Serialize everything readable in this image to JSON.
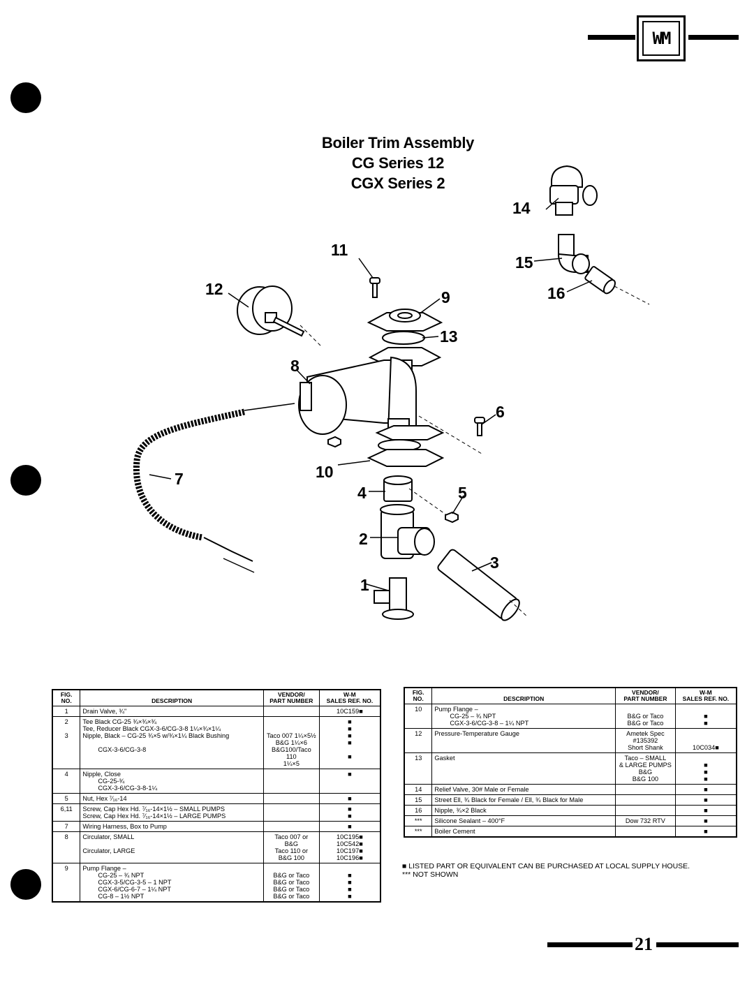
{
  "logo": {
    "text": "WM"
  },
  "title": {
    "line1": "Boiler Trim Assembly",
    "line2": "CG Series 12",
    "line3": "CGX Series 2"
  },
  "callouts": [
    "14",
    "11",
    "15",
    "12",
    "9",
    "16",
    "13",
    "8",
    "6",
    "7",
    "10",
    "4",
    "5",
    "2",
    "3",
    "1"
  ],
  "table_headers": {
    "fig": "FIG.",
    "no": "NO.",
    "desc": "DESCRIPTION",
    "vendor1": "VENDOR/",
    "vendor2": "PART NUMBER",
    "wm1": "W-M",
    "wm2": "SALES REF. NO."
  },
  "left_rows": [
    {
      "fig": "1",
      "desc": [
        "Drain Valve, ¾\""
      ],
      "vendor": [
        ""
      ],
      "wm": [
        "10C159■"
      ]
    },
    {
      "fig": "2\n\n3",
      "desc": [
        "Tee Black CG-25 ¾×¾×¾",
        "Tee, Reducer Black CGX-3-6/CG-3-8 1¼×¾×1¼",
        "Nipple, Black – CG-25 ¾×5 w/¾×1¼ Black Bushing",
        "",
        "CGX-3-6/CG-3-8"
      ],
      "vendor": [
        "",
        "",
        "Taco 007 1¼×5½",
        "B&G 1¼×6",
        "B&G100/Taco 110",
        "1¼×5"
      ],
      "wm": [
        "■",
        "■",
        "■",
        "■",
        "",
        "■"
      ]
    },
    {
      "fig": "4",
      "desc": [
        "Nipple, Close",
        "CG-25-¾",
        "CGX-3-6/CG-3-8-1¼"
      ],
      "vendor": [
        ""
      ],
      "wm": [
        "■"
      ]
    },
    {
      "fig": "5",
      "desc": [
        "Nut, Hex ⁷⁄₁₆-14"
      ],
      "vendor": [
        ""
      ],
      "wm": [
        "■"
      ]
    },
    {
      "fig": "6,11",
      "desc": [
        "Screw, Cap Hex Hd. ⁷⁄₁₆-14×1½ – SMALL PUMPS",
        "Screw, Cap Hex Hd. ⁷⁄₁₆-14×1½ – LARGE PUMPS"
      ],
      "vendor": [
        ""
      ],
      "wm": [
        "■",
        "■"
      ]
    },
    {
      "fig": "7",
      "desc": [
        "Wiring Harness, Box to Pump"
      ],
      "vendor": [
        ""
      ],
      "wm": [
        "■"
      ]
    },
    {
      "fig": "8",
      "desc": [
        "Circulator, SMALL",
        "",
        "Circulator, LARGE"
      ],
      "vendor": [
        "Taco 007 or",
        "B&G",
        "Taco 110 or",
        "B&G 100"
      ],
      "wm": [
        "10C195■",
        "10C542■",
        "10C197■",
        "10C196■"
      ]
    },
    {
      "fig": "9",
      "desc": [
        "Pump Flange –",
        "CG-25 – ¾ NPT",
        "CGX-3-5/CG-3-5 – 1 NPT",
        "CGX-6/CG-6-7 – 1¼ NPT",
        "CG-8 – 1½ NPT"
      ],
      "vendor": [
        "",
        "B&G or Taco",
        "B&G or Taco",
        "B&G or Taco",
        "B&G or Taco"
      ],
      "wm": [
        "",
        "■",
        "■",
        "■",
        "■"
      ]
    }
  ],
  "right_rows": [
    {
      "fig": "10",
      "desc": [
        "Pump Flange –",
        "CG-25 – ¾ NPT",
        "CGX-3-6/CG-3-8 – 1¼ NPT"
      ],
      "vendor": [
        "",
        "B&G or Taco",
        "B&G or Taco"
      ],
      "wm": [
        "",
        "■",
        "■"
      ]
    },
    {
      "fig": "12",
      "desc": [
        "Pressure-Temperature Gauge"
      ],
      "vendor": [
        "Ametek Spec",
        "#135392",
        "Short Shank"
      ],
      "wm": [
        "",
        "",
        "10C034■"
      ]
    },
    {
      "fig": "13",
      "desc": [
        "Gasket"
      ],
      "vendor": [
        "Taco – SMALL",
        "& LARGE PUMPS",
        "B&G",
        "B&G 100"
      ],
      "wm": [
        "",
        "■",
        "■",
        "■"
      ]
    },
    {
      "fig": "14",
      "desc": [
        "Relief Valve, 30# Male or Female"
      ],
      "vendor": [
        ""
      ],
      "wm": [
        "■"
      ]
    },
    {
      "fig": "15",
      "desc": [
        "Street Ell, ¾ Black for Female / Ell, ¾ Black for Male"
      ],
      "vendor": [
        ""
      ],
      "wm": [
        "■"
      ]
    },
    {
      "fig": "16",
      "desc": [
        "Nipple, ¾×2 Black"
      ],
      "vendor": [
        ""
      ],
      "wm": [
        "■"
      ]
    },
    {
      "fig": "***",
      "desc": [
        "Silicone Sealant – 400°F"
      ],
      "vendor": [
        "Dow 732 RTV"
      ],
      "wm": [
        "■"
      ]
    },
    {
      "fig": "***",
      "desc": [
        "Boiler Cement"
      ],
      "vendor": [
        ""
      ],
      "wm": [
        "■"
      ]
    }
  ],
  "notes": {
    "line1": "■ LISTED PART OR EQUIVALENT CAN BE PURCHASED AT LOCAL SUPPLY HOUSE.",
    "line2": "*** NOT SHOWN"
  },
  "page_number": "21"
}
